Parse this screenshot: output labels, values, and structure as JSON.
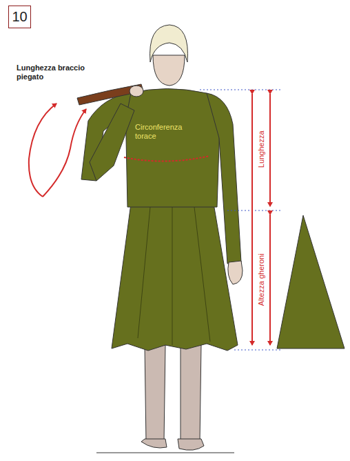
{
  "diagram": {
    "nodes": [
      {
        "text": [
          "10"
        ]
      }
    ],
    "labels": [
      "Lunghezza braccio piegato",
      "Circonferenza torace",
      "Lunghezza",
      "Altezza gheroni"
    ]
  }
}
